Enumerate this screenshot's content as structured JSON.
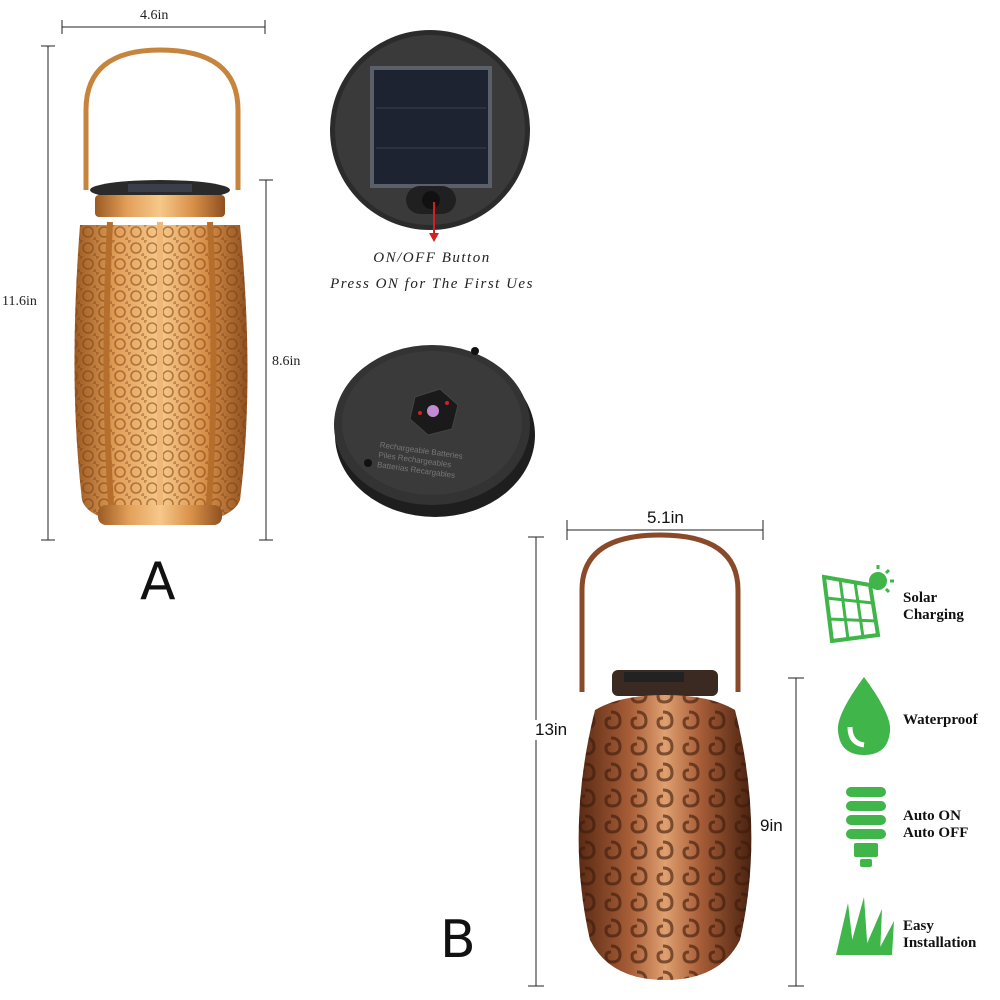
{
  "product_a": {
    "label": "A",
    "width_dim": "4.6in",
    "total_height_dim": "11.6in",
    "body_height_dim": "8.6in"
  },
  "solar_top": {
    "caption_line1": "ON/OFF Button",
    "caption_line2": "Press ON for The First Ues"
  },
  "battery_bottom": {
    "line1": "Rechargeable  Batteries",
    "line2": "Piles  Rechargeables",
    "line3": "Batterias  Recargables"
  },
  "product_b": {
    "label": "B",
    "width_dim": "5.1in",
    "total_height_dim": "13in",
    "body_height_dim": "9in"
  },
  "features": [
    {
      "icon": "solar-panel-icon",
      "line1": "Solar",
      "line2": "Charging"
    },
    {
      "icon": "water-drop-icon",
      "line1": "Waterproof",
      "line2": ""
    },
    {
      "icon": "light-bulb-icon",
      "line1": "Auto ON",
      "line2": "Auto OFF"
    },
    {
      "icon": "grass-icon",
      "line1": "Easy",
      "line2": "Installation"
    }
  ],
  "colors": {
    "gold": "#c8843c",
    "copper": "#8a4a2a",
    "feature_green": "#3fb54a",
    "arrow_red": "#d42020"
  }
}
